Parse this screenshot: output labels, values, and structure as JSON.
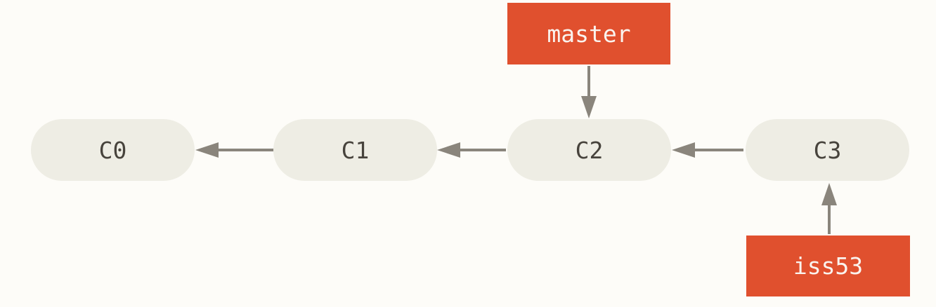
{
  "diagram": {
    "kind": "git-commit-history",
    "colors": {
      "background": "#fdfcf8",
      "node_fill": "#eeede4",
      "node_text": "#47433c",
      "branch_fill": "#e0502e",
      "branch_text": "#faf3ee",
      "arrow": "#8a857c"
    },
    "commits": [
      {
        "id": "C0",
        "parent": null
      },
      {
        "id": "C1",
        "parent": "C0"
      },
      {
        "id": "C2",
        "parent": "C1"
      },
      {
        "id": "C3",
        "parent": "C2"
      }
    ],
    "branches": [
      {
        "name": "master",
        "points_to": "C2"
      },
      {
        "name": "iss53",
        "points_to": "C3"
      }
    ]
  }
}
